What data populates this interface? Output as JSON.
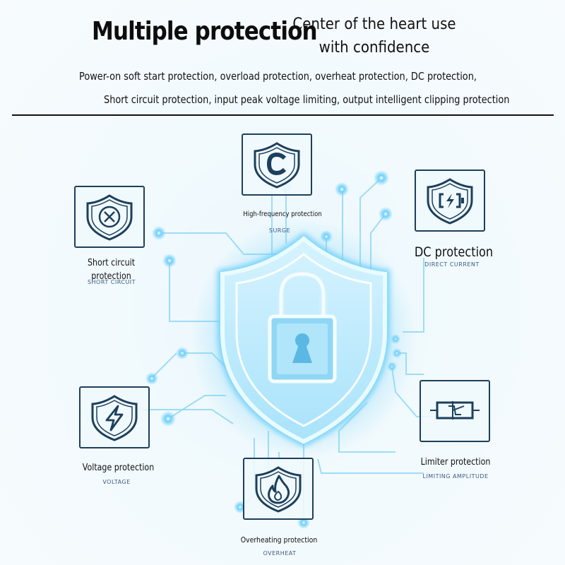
{
  "header": {
    "title": "Multiple protection",
    "subtitle": "Center of the heart use with confidence",
    "description_line1": "Power-on soft start protection, overload protection, overheat protection, DC protection,",
    "description_line2": "Short circuit protection, input peak voltage limiting, output intelligent clipping protection"
  },
  "features": {
    "high_frequency": {
      "label": "High-frequency protection",
      "sub": "SURGE",
      "icon": "c-letter-shield-icon"
    },
    "short_circuit": {
      "label_line1": "Short circuit",
      "label_line2": "protection",
      "sub": "SHORT CIRCUIT",
      "icon": "x-circle-shield-icon"
    },
    "dc": {
      "label": "DC protection",
      "sub": "DIRECT CURRENT",
      "icon": "battery-shield-icon"
    },
    "voltage": {
      "label": "Voltage protection",
      "sub": "VOLTAGE",
      "icon": "lightning-shield-icon"
    },
    "limiter": {
      "label": "Limiter protection",
      "sub": "LIMITING AMPLITUDE",
      "icon": "limiter-icon"
    },
    "overheating": {
      "label": "Overheating protection",
      "sub": "OVERHEAT",
      "icon": "flame-shield-icon"
    }
  },
  "center": {
    "icon": "padlock-shield-icon"
  },
  "colors": {
    "dark_navy": "#1d3f5c",
    "glow_blue": "#5ec8f5",
    "background": "#eef8fc"
  }
}
